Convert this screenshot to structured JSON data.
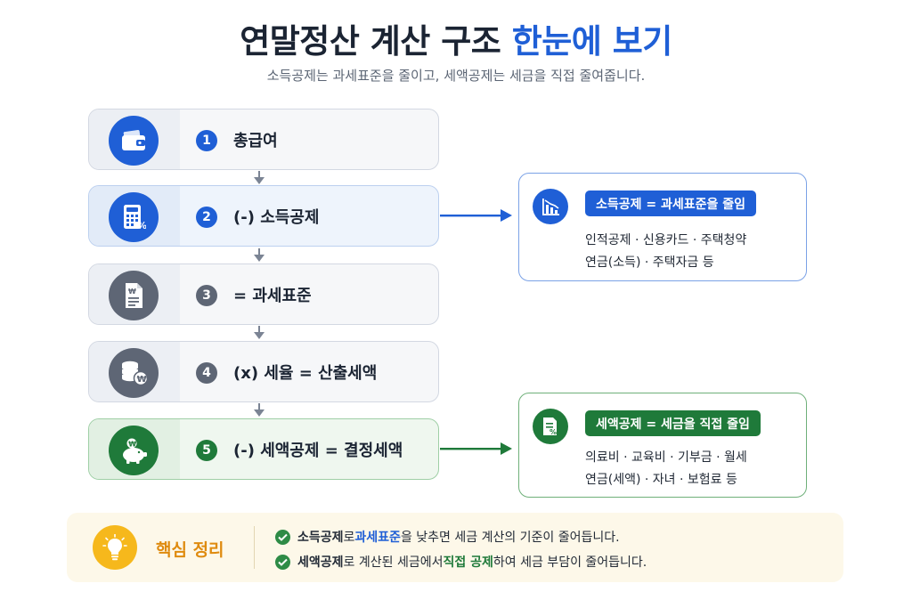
{
  "header": {
    "title_main": "연말정산 계산 구조",
    "title_accent": "한눈에 보기",
    "subtitle": "소득공제는 과세표준을 줄이고, 세액공제는 세금을 직접 줄여줍니다."
  },
  "steps": [
    {
      "num": "1",
      "label": "총급여",
      "icon": "wallet-icon"
    },
    {
      "num": "2",
      "label": "(-) 소득공제",
      "icon": "calculator-icon"
    },
    {
      "num": "3",
      "label": "= 과세표준",
      "icon": "document-won-icon"
    },
    {
      "num": "4",
      "label": "(x) 세율 = 산출세액",
      "icon": "coin-stack-icon"
    },
    {
      "num": "5",
      "label": "(-) 세액공제 = 결정세액",
      "icon": "piggy-bank-icon"
    }
  ],
  "income_deduction": {
    "title": "소득공제 = 과세표준을 줄임",
    "line1": "인적공제 · 신용카드 · 주택청약",
    "line2": "연금(소득) · 주택자금 등",
    "icon": "bar-chart-down-icon"
  },
  "tax_credit": {
    "title": "세액공제 = 세금을 직접 줄임",
    "line1": "의료비 · 교육비 · 기부금 · 월세",
    "line2": "연금(세액) · 자녀 · 보험료 등",
    "icon": "receipt-percent-icon"
  },
  "summary": {
    "title": "핵심 정리",
    "icon": "lightbulb-icon",
    "row1": {
      "a": "소득공제",
      "b": "로 ",
      "c": "과세표준",
      "d": "을 낮추면 세금 계산의 기준이 줄어듭니다."
    },
    "row2": {
      "a": "세액공제",
      "b": "로 계산된 세금에서 ",
      "c": "직접 공제",
      "d": "하여 세금 부담이 줄어듭니다."
    }
  },
  "colors": {
    "blue": "#1f5fd6",
    "green": "#1f7a3a",
    "gray": "#5e6675",
    "orange": "#df8b0f"
  }
}
